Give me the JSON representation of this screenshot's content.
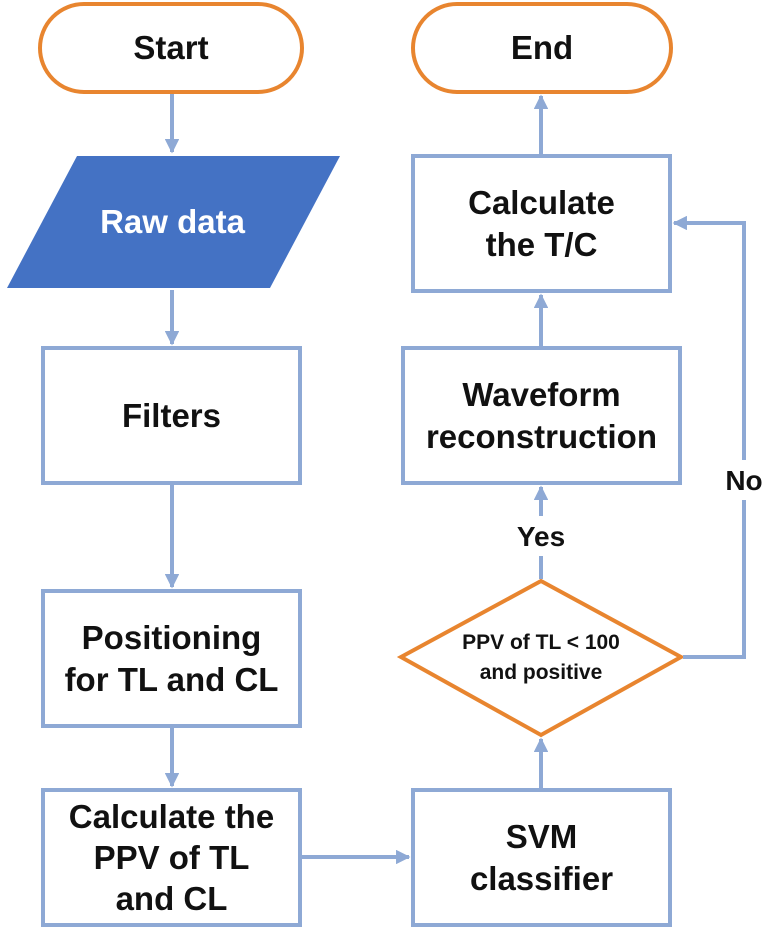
{
  "nodes": {
    "start": "Start",
    "end": "End",
    "raw_data": "Raw data",
    "filters": "Filters",
    "positioning": [
      "Positioning",
      "for TL and CL"
    ],
    "calc_ppv": [
      "Calculate the",
      "PPV of TL",
      "and CL"
    ],
    "svm": [
      "SVM",
      "classifier"
    ],
    "decision": [
      "PPV of TL < 100",
      "and positive"
    ],
    "waveform": [
      "Waveform",
      "reconstruction"
    ],
    "calc_tc": [
      "Calculate",
      "the T/C"
    ]
  },
  "edges": {
    "yes_label": "Yes",
    "no_label": "No"
  },
  "colors": {
    "terminal_border": "#E8852F",
    "box_border": "#8EA9D5",
    "arrow": "#8EA9D5",
    "io_fill": "#4472C4",
    "decision_border": "#E8852F"
  }
}
